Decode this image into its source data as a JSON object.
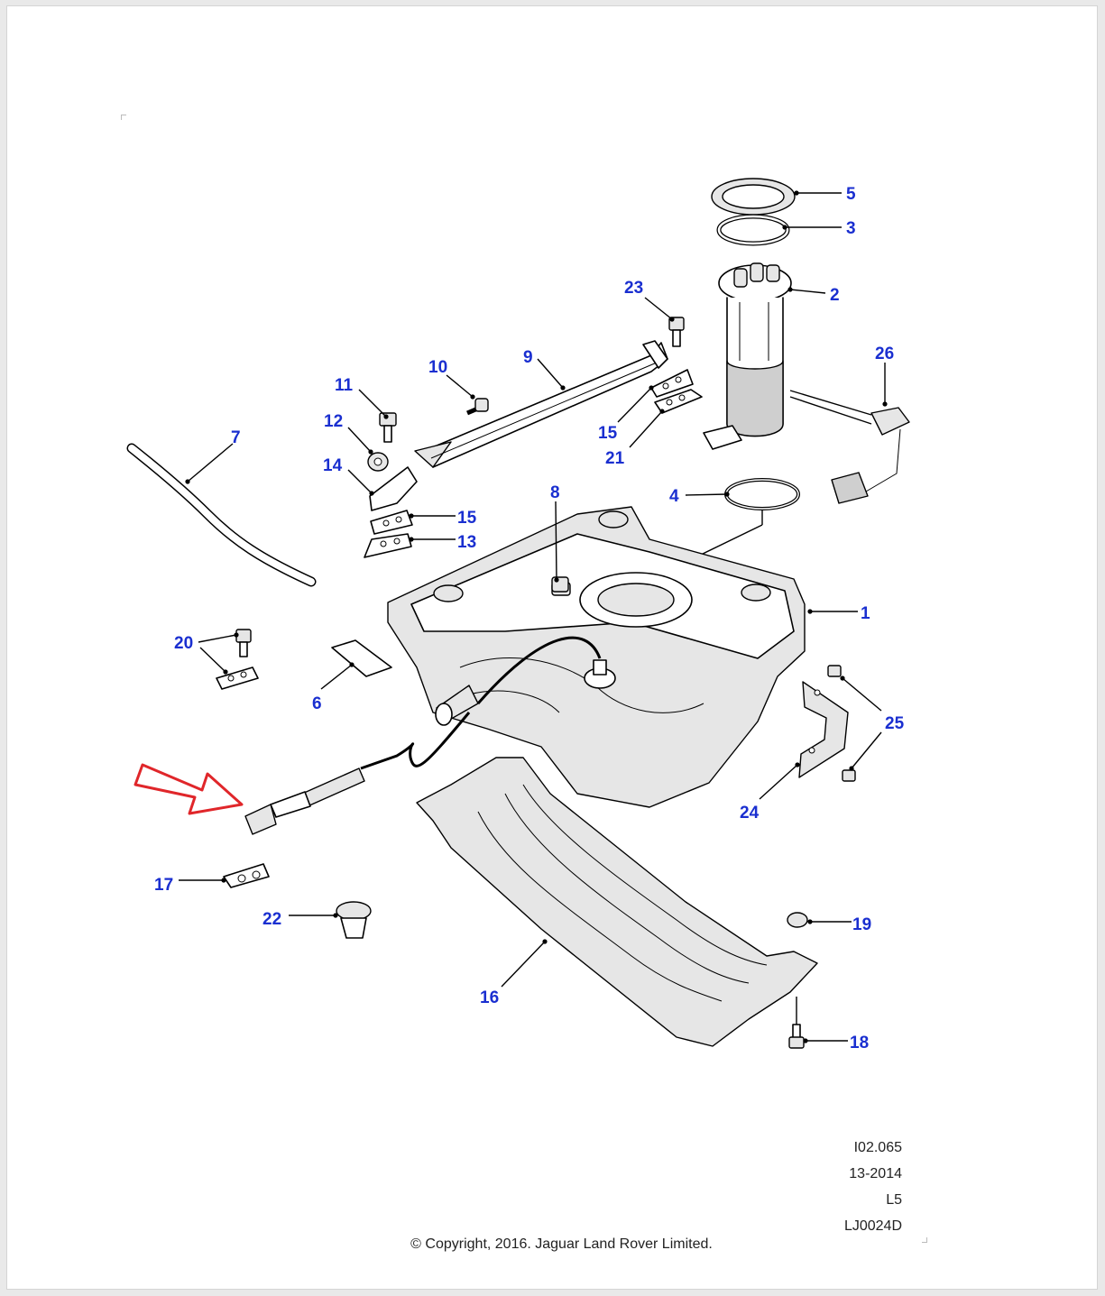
{
  "callouts": {
    "c1": "1",
    "c2": "2",
    "c3": "3",
    "c4": "4",
    "c5": "5",
    "c6": "6",
    "c7": "7",
    "c8": "8",
    "c9": "9",
    "c10": "10",
    "c11": "11",
    "c12": "12",
    "c13": "13",
    "c14": "14",
    "c15a": "15",
    "c15b": "15",
    "c16": "16",
    "c17": "17",
    "c18": "18",
    "c19": "19",
    "c20": "20",
    "c21": "21",
    "c22": "22",
    "c23": "23",
    "c24": "24",
    "c25": "25",
    "c26": "26"
  },
  "reference": {
    "illustration": "I02.065",
    "date": "13-2014",
    "level": "L5",
    "code": "LJ0024D"
  },
  "copyright": "© Copyright, 2016. Jaguar Land Rover Limited.",
  "colors": {
    "callout": "#1a2fd0",
    "highlight_arrow": "#e0262a"
  },
  "icons": {
    "highlight": "red-arrow-icon"
  }
}
